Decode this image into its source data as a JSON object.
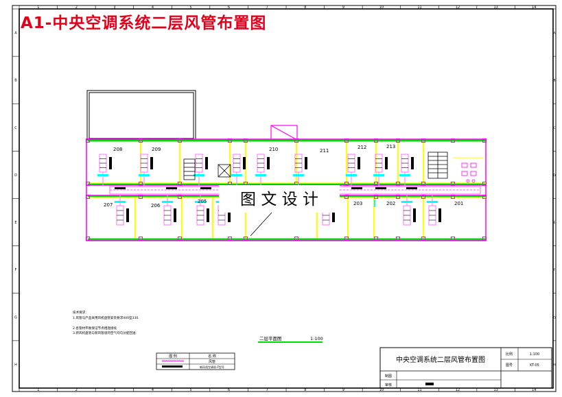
{
  "title": "A1-中央空调系统二层风管布置图",
  "colors": {
    "title": "#e2001a",
    "border": "#000000",
    "wall": "#ff00ff",
    "duct": "#ff88ff",
    "exterior": "#00dd00",
    "interior": "#ffff00",
    "unit": "#000000",
    "label": "#00ffff"
  },
  "ruler": {
    "top": [
      "1",
      "2",
      "3",
      "4",
      "5",
      "6",
      "7",
      "8",
      "9",
      "10",
      "11",
      "12",
      "13",
      "14"
    ],
    "bottom": [
      "1",
      "2",
      "3",
      "4",
      "5",
      "6",
      "7",
      "8",
      "9",
      "10",
      "11",
      "12",
      "13",
      "14"
    ],
    "left": [
      "A",
      "B",
      "C",
      "D",
      "E",
      "F",
      "G",
      "H"
    ],
    "right": [
      "A",
      "B",
      "C",
      "D",
      "E",
      "F",
      "G",
      "H"
    ]
  },
  "rooms": {
    "r208": "208",
    "r209": "209",
    "r210": "210",
    "r211": "211",
    "r212": "212",
    "r213": "213",
    "r207": "207",
    "r206": "206",
    "r205": "205",
    "r203": "203",
    "r202": "202",
    "r201": "201"
  },
  "watermark": "图 文 设 计",
  "plan_label": {
    "name": "二层平面图",
    "scale": "1:100"
  },
  "notes": {
    "heading": "技术要求:",
    "lines": [
      "1.风管与产品采用风机盘管安装要求400型330.",
      "2.各管材平衡保证节点相连接续",
      "3.新风机盘管与新风管道的空气均匀分配回送."
    ]
  },
  "legend": {
    "headers": [
      "图 例",
      "名 称"
    ],
    "row1_name": "风管",
    "row2_name": "新风机空调机-F型号"
  },
  "title_block": {
    "drawing_name": "中央空调系统二层风管布置图",
    "scale_label": "比例",
    "scale_value": "1:100",
    "number_label": "图号",
    "number_value": "KT-05",
    "drawn_label": "制图",
    "checked_label": "审核"
  }
}
